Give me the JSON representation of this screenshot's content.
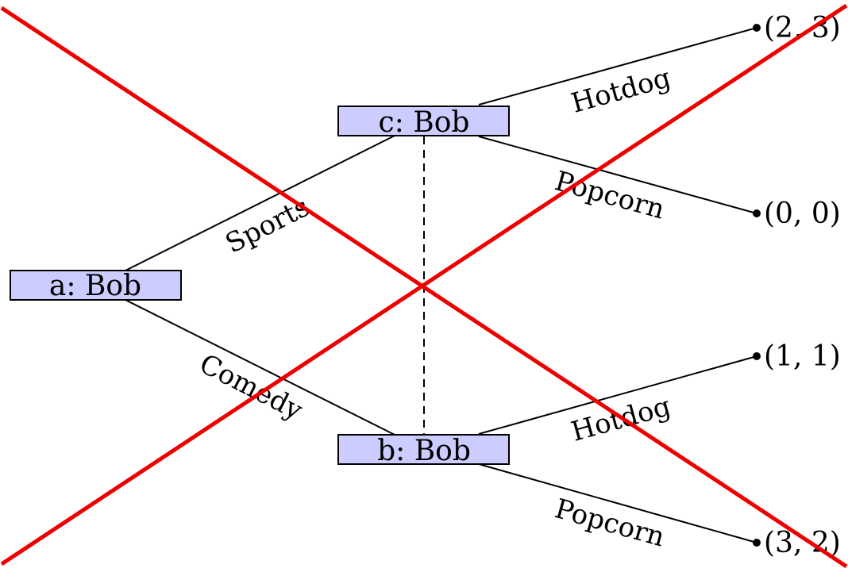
{
  "nodes": {
    "a": {
      "label": "a: Bob"
    },
    "c": {
      "label": "c: Bob"
    },
    "b": {
      "label": "b: Bob"
    }
  },
  "edges": {
    "sports": "Sports",
    "comedy": "Comedy",
    "c_hotdog": "Hotdog",
    "c_popcorn": "Popcorn",
    "b_hotdog": "Hotdog",
    "b_popcorn": "Popcorn"
  },
  "payoffs": {
    "c_hotdog": "(2, 3)",
    "c_popcorn": "(0, 0)",
    "b_hotdog": "(1, 1)",
    "b_popcorn": "(3, 2)"
  },
  "colors": {
    "node_fill": "#ccccff",
    "cross_out": "#ee0000",
    "line": "#000000"
  }
}
